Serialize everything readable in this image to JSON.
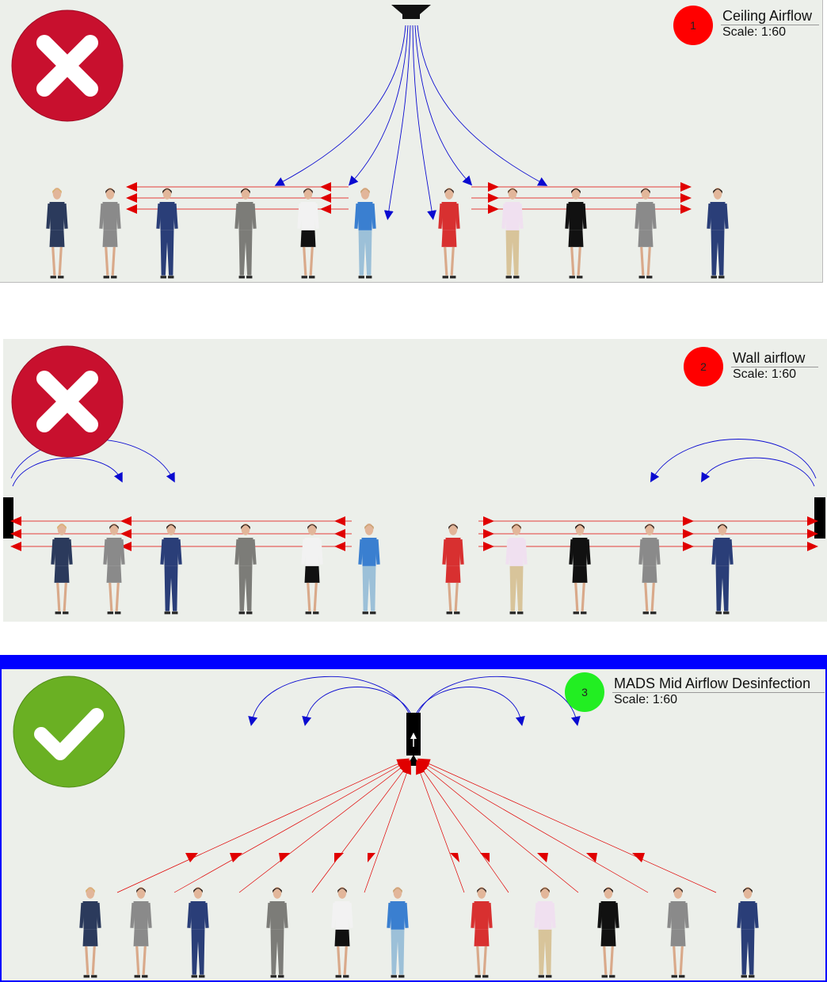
{
  "colors": {
    "background": "#ecefea",
    "badge_red": "#ff0000",
    "badge_green": "#22ee22",
    "supply_arrow": "#0a0ad0",
    "return_arrow": "#e00000",
    "frame_blue": "#0000ff",
    "x_icon": "#c8102e",
    "check_icon": "#6ab023"
  },
  "panels": [
    {
      "id": "ceiling",
      "status_icon": "x-mark-icon",
      "badge_number": "1",
      "title": "Ceiling Airflow",
      "scale": "Scale: 1:60"
    },
    {
      "id": "wall",
      "status_icon": "x-mark-icon",
      "badge_number": "2",
      "title": "Wall airflow",
      "scale": "Scale: 1:60"
    },
    {
      "id": "mads",
      "status_icon": "check-mark-icon",
      "badge_number": "3",
      "title": "MADS Mid Airflow Desinfection",
      "scale": "Scale: 1:60"
    }
  ]
}
